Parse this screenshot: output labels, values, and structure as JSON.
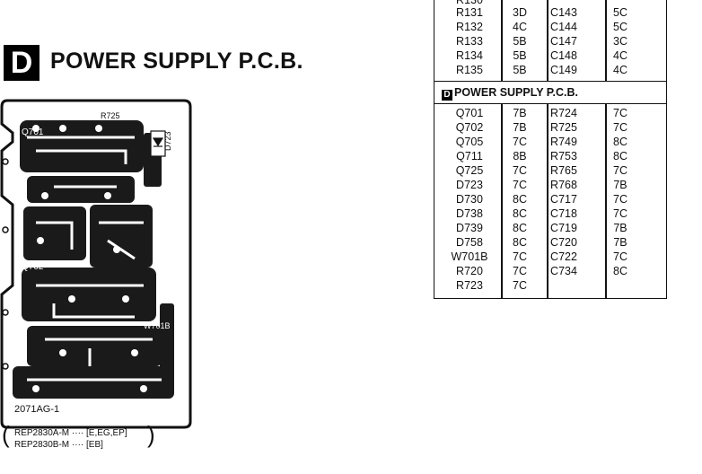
{
  "section": {
    "letter": "D",
    "title": "POWER SUPPLY P.C.B."
  },
  "pcb": {
    "board_id": "2071AG-1",
    "labels": [
      "Q701",
      "R725",
      "D723",
      "Q702",
      "W701B"
    ]
  },
  "parts_note": {
    "lines": [
      "REP2830A-M ···· [E,EG,EP]",
      "REP2830B-M ···· [EB]"
    ]
  },
  "table": {
    "top_rows": [
      [
        "R131",
        "3D",
        "C143",
        "5C"
      ],
      [
        "R132",
        "4C",
        "C144",
        "5C"
      ],
      [
        "R133",
        "5B",
        "C147",
        "3C"
      ],
      [
        "R134",
        "5B",
        "C148",
        "4C"
      ],
      [
        "R135",
        "5B",
        "C149",
        "4C"
      ]
    ],
    "heading_letter": "D",
    "heading": "POWER SUPPLY P.C.B.",
    "rows": [
      [
        "Q701",
        "7B",
        "R724",
        "7C"
      ],
      [
        "Q702",
        "7B",
        "R725",
        "7C"
      ],
      [
        "Q705",
        "7C",
        "R749",
        "8C"
      ],
      [
        "Q711",
        "8B",
        "R753",
        "8C"
      ],
      [
        "Q725",
        "7C",
        "R765",
        "7C"
      ],
      [
        "D723",
        "7C",
        "R768",
        "7B"
      ],
      [
        "D730",
        "8C",
        "C717",
        "7C"
      ],
      [
        "D738",
        "8C",
        "C718",
        "7C"
      ],
      [
        "D739",
        "8C",
        "C719",
        "7B"
      ],
      [
        "D758",
        "8C",
        "C720",
        "7B"
      ],
      [
        "W701B",
        "7C",
        "C722",
        "7C"
      ],
      [
        "R720",
        "7C",
        "C734",
        "8C"
      ],
      [
        "R723",
        "7C",
        "",
        ""
      ]
    ]
  }
}
